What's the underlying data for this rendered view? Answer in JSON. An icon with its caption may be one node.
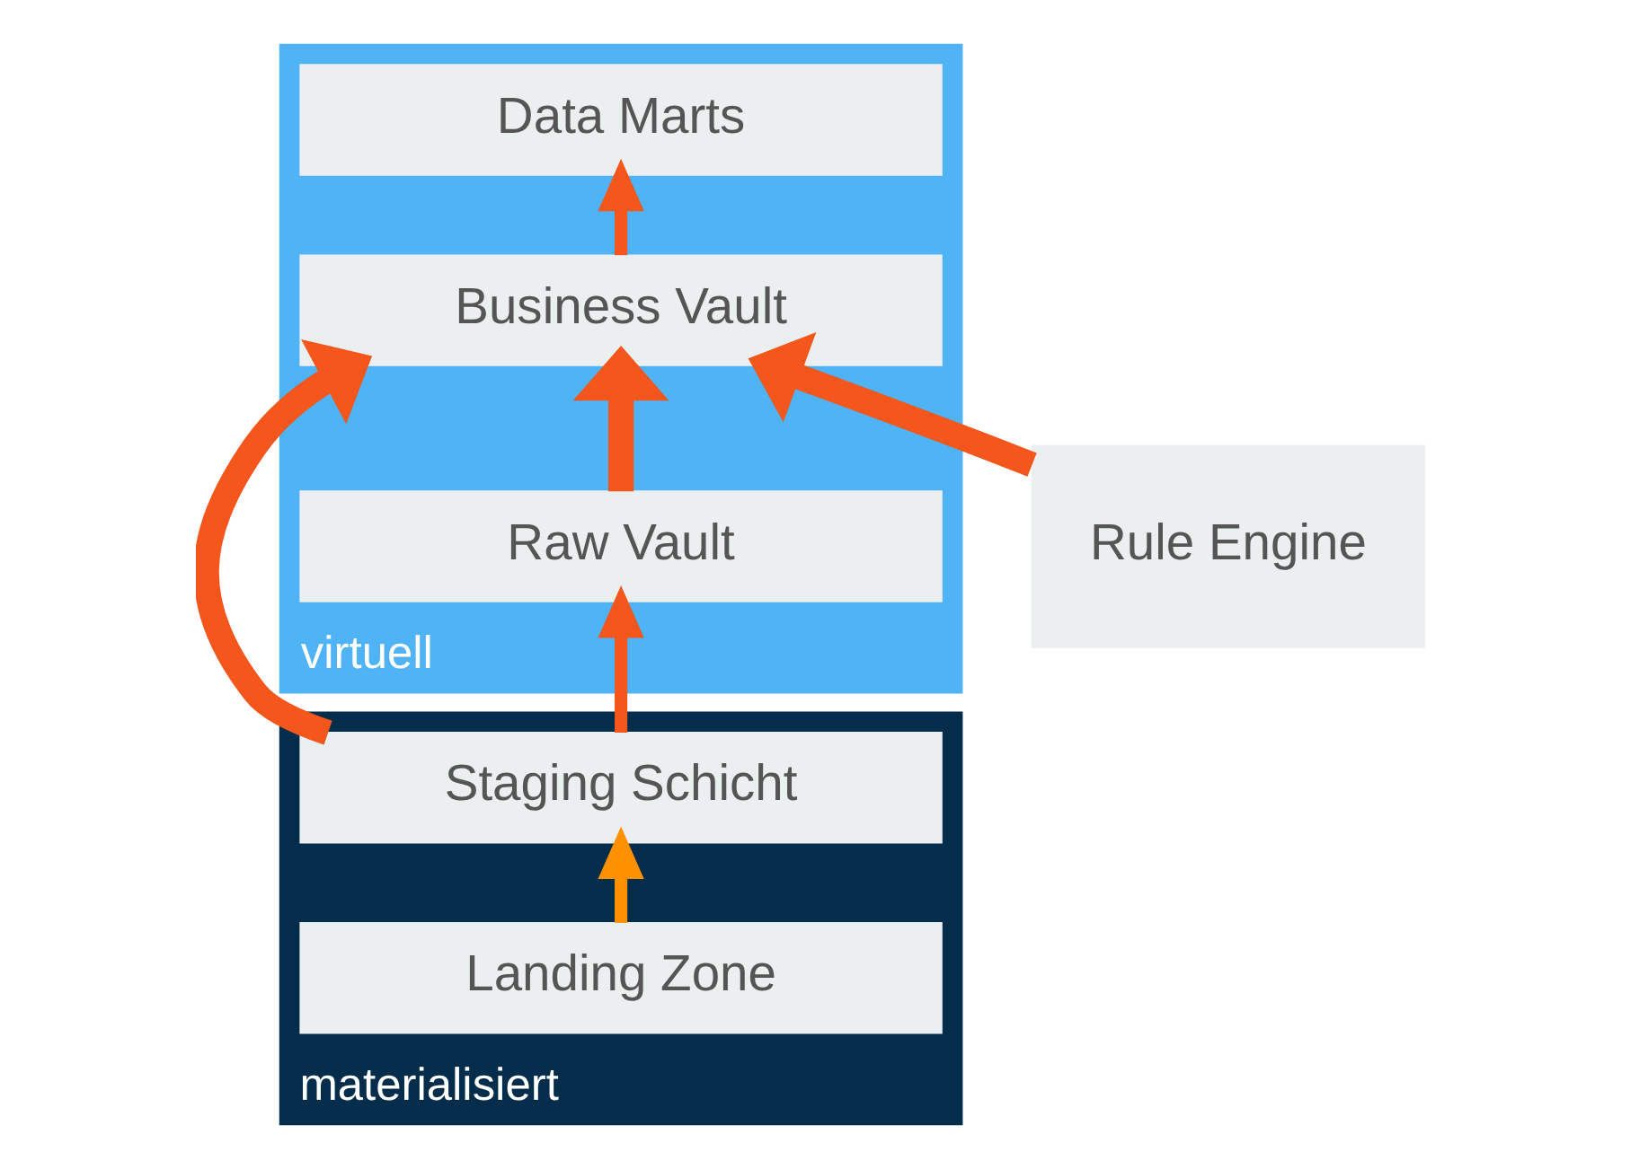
{
  "diagram": {
    "nodes": [
      {
        "text": [
          "virtuell"
        ]
      },
      {
        "text": [
          "Data Marts"
        ],
        "in": 0
      },
      {
        "text": [
          "Business Vault"
        ],
        "in": 0
      },
      {
        "text": [
          "Raw Vault"
        ],
        "in": 0
      },
      {
        "text": [
          "materialisiert"
        ]
      },
      {
        "text": [
          "Staging Schicht"
        ],
        "in": 4
      },
      {
        "text": [
          "Landing Zone"
        ],
        "in": 4
      },
      {
        "text": [
          "Rule Engine"
        ]
      }
    ],
    "edges": [
      {
        "from": 2,
        "to": 1,
        "arrow": "to"
      },
      {
        "from": 5,
        "to": 2,
        "arrow": "to",
        "style": "thick"
      },
      {
        "from": 3,
        "to": 2,
        "arrow": "to",
        "style": "thick"
      },
      {
        "from": 7,
        "to": 2,
        "arrow": "to",
        "style": "thick"
      },
      {
        "from": 5,
        "to": 3,
        "arrow": "to"
      },
      {
        "from": 6,
        "to": 5,
        "arrow": "to",
        "color": "#ff9000"
      }
    ]
  }
}
